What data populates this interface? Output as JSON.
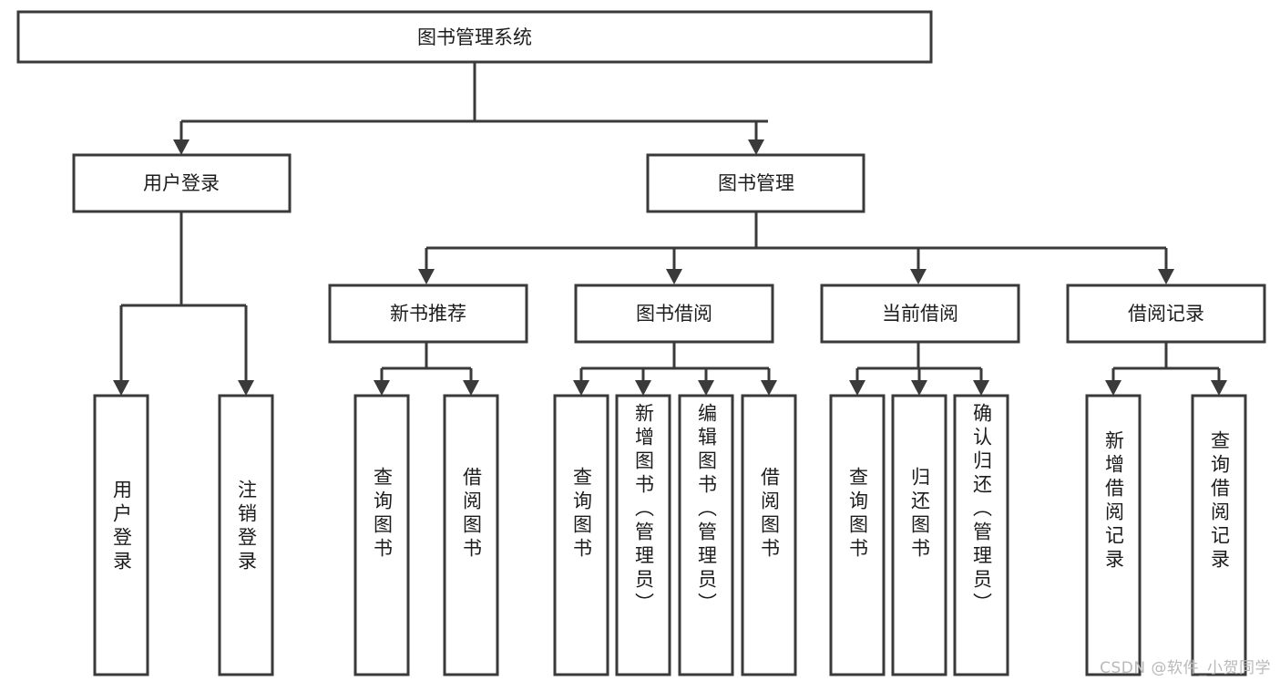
{
  "diagram": {
    "type": "hierarchy-tree",
    "title": "图书管理系统",
    "root": {
      "id": "root",
      "label": "图书管理系统",
      "orientation": "horizontal"
    },
    "level2": [
      {
        "id": "user-login",
        "label": "用户登录",
        "orientation": "horizontal"
      },
      {
        "id": "book-manage",
        "label": "图书管理",
        "orientation": "horizontal"
      }
    ],
    "level3": [
      {
        "id": "new-book-recommend",
        "label": "新书推荐",
        "parent": "book-manage",
        "orientation": "horizontal"
      },
      {
        "id": "book-borrow",
        "label": "图书借阅",
        "parent": "book-manage",
        "orientation": "horizontal"
      },
      {
        "id": "current-borrow",
        "label": "当前借阅",
        "parent": "book-manage",
        "orientation": "horizontal"
      },
      {
        "id": "borrow-record",
        "label": "借阅记录",
        "parent": "book-manage",
        "orientation": "horizontal"
      }
    ],
    "leaves": [
      {
        "id": "leaf-user-login",
        "label": "用户登录",
        "parent": "user-login",
        "orientation": "vertical"
      },
      {
        "id": "leaf-logout-login",
        "label": "注销登录",
        "parent": "user-login",
        "orientation": "vertical"
      },
      {
        "id": "leaf-query-book-recommend",
        "label": "查询图书",
        "parent": "new-book-recommend",
        "orientation": "vertical"
      },
      {
        "id": "leaf-borrow-book-recommend",
        "label": "借阅图书",
        "parent": "new-book-recommend",
        "orientation": "vertical"
      },
      {
        "id": "leaf-query-book-borrow",
        "label": "查询图书",
        "parent": "book-borrow",
        "orientation": "vertical"
      },
      {
        "id": "leaf-add-book-admin",
        "label": "新增图书（管理员）",
        "parent": "book-borrow",
        "orientation": "vertical"
      },
      {
        "id": "leaf-edit-book-admin",
        "label": "编辑图书（管理员）",
        "parent": "book-borrow",
        "orientation": "vertical"
      },
      {
        "id": "leaf-borrow-book",
        "label": "借阅图书",
        "parent": "book-borrow",
        "orientation": "vertical"
      },
      {
        "id": "leaf-query-book-current",
        "label": "查询图书",
        "parent": "current-borrow",
        "orientation": "vertical"
      },
      {
        "id": "leaf-return-book",
        "label": "归还图书",
        "parent": "current-borrow",
        "orientation": "vertical"
      },
      {
        "id": "leaf-confirm-return-admin",
        "label": "确认归还（管理员）",
        "parent": "current-borrow",
        "orientation": "vertical"
      },
      {
        "id": "leaf-add-borrow-record",
        "label": "新增借阅记录",
        "parent": "borrow-record",
        "orientation": "vertical"
      },
      {
        "id": "leaf-query-borrow-record",
        "label": "查询借阅记录",
        "parent": "borrow-record",
        "orientation": "vertical"
      }
    ]
  },
  "watermark": {
    "text": "CSDN @软件_小贺同学"
  },
  "colors": {
    "stroke": "#3a3a3a",
    "box_fill": "#ffffff",
    "text": "#1c1c1c",
    "background": "#ffffff",
    "watermark": "#b9b9b9"
  }
}
